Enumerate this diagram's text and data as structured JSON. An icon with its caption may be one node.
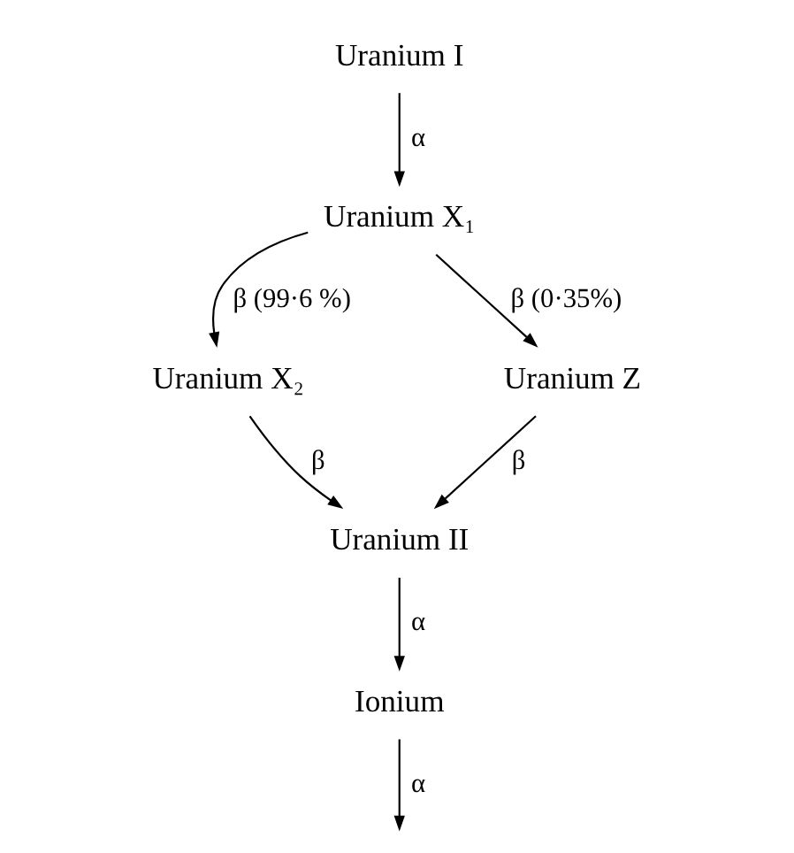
{
  "diagram": {
    "nodes": [
      {
        "text": [
          "Uranium I"
        ]
      },
      {
        "text": [
          "Uranium X₁"
        ]
      },
      {
        "text": [
          "Uranium X₂"
        ]
      },
      {
        "text": [
          "Uranium Z"
        ]
      },
      {
        "text": [
          "Uranium II"
        ]
      },
      {
        "text": [
          "Ionium"
        ]
      }
    ],
    "edges": [
      {
        "from": 0,
        "to": 1,
        "arrow": "to",
        "label": "α"
      },
      {
        "from": 1,
        "to": 2,
        "arrow": "to",
        "label": "β (99·6 %)"
      },
      {
        "from": 1,
        "to": 3,
        "arrow": "to",
        "label": "β (0·35%)"
      },
      {
        "from": 2,
        "to": 4,
        "arrow": "to",
        "label": "β"
      },
      {
        "from": 3,
        "to": 4,
        "arrow": "to",
        "label": "β"
      },
      {
        "from": 4,
        "to": 5,
        "arrow": "to",
        "label": "α"
      },
      {
        "from": 5,
        "to": null,
        "arrow": "to",
        "label": "α"
      }
    ]
  }
}
